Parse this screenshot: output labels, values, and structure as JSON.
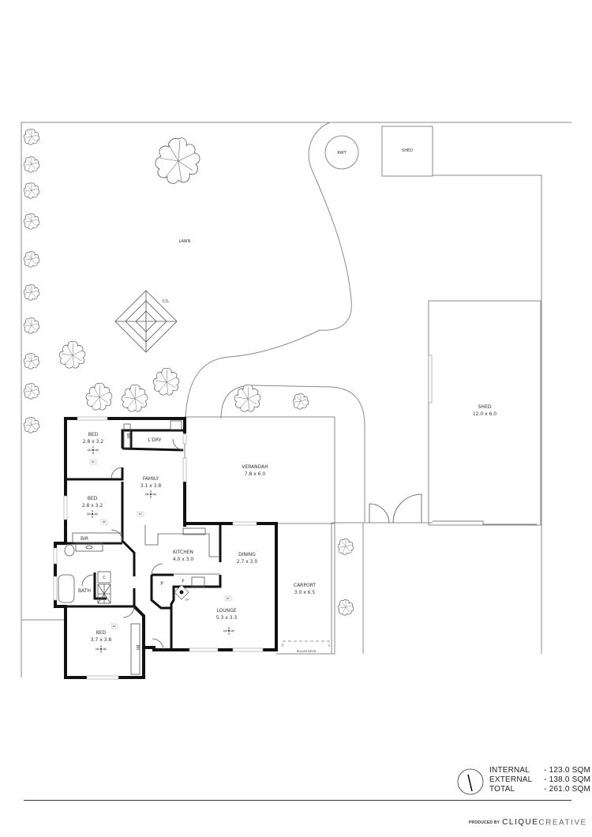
{
  "site": {
    "lawn": "LAWN",
    "clothesline": "C/L",
    "rainwater_tank": "RWT",
    "small_shed": "SHED"
  },
  "rooms": {
    "bed1": {
      "name": "BED",
      "size": "2.8 x 3.2"
    },
    "bed2": {
      "name": "BED",
      "size": "2.8 x 3.2"
    },
    "bed3": {
      "name": "BED",
      "size": "3.7 x 3.8"
    },
    "family": {
      "name": "FAMILY",
      "size": "3.1 x 3.8"
    },
    "laundry": {
      "name": "L'DRY"
    },
    "verandah": {
      "name": "VERANDAH",
      "size": "7.8 x 6.0"
    },
    "kitchen": {
      "name": "KITCHEN",
      "size": "4.0 x 3.0"
    },
    "dining": {
      "name": "DINING",
      "size": "2.7 x 3.0"
    },
    "lounge": {
      "name": "LOUNGE",
      "size": "5.3 x 3.3"
    },
    "carport": {
      "name": "CARPORT",
      "size": "3.0 x 6.5"
    },
    "bath": {
      "name": "BATH"
    },
    "big_shed": {
      "name": "SHED",
      "size": "12.0 x 6.0"
    }
  },
  "fixtures": {
    "bir": "BIR",
    "br": "BR",
    "pantry": "P",
    "fridge": "F",
    "fireplace": "FP",
    "cupboard": "C",
    "ac": "AC",
    "roller_door": "ROLLER DOOR"
  },
  "areas": [
    {
      "label": "INTERNAL",
      "value": "- 123.0 SQM"
    },
    {
      "label": "EXTERNAL",
      "value": "- 138.0 SQM"
    },
    {
      "label": "TOTAL",
      "value": "- 261.0 SQM"
    }
  ],
  "credit": {
    "produced_by": "PRODUCED BY",
    "brand_bold": "CLIQUE",
    "brand_light": "CREATIVE"
  }
}
